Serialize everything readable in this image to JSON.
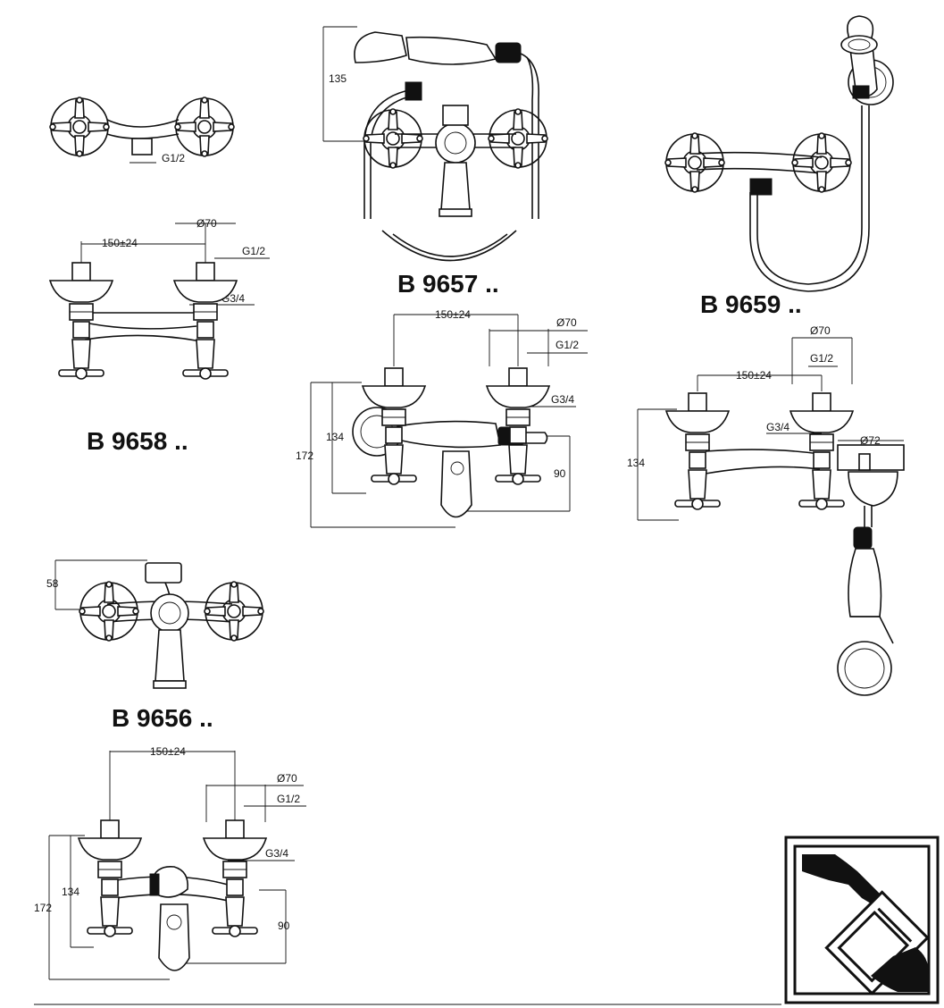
{
  "models": {
    "b9657": "B 9657 ..",
    "b9659": "B 9659 ..",
    "b9658": "B 9658 ..",
    "b9656": "B 9656 .."
  },
  "dims": {
    "g12": "G1/2",
    "g34": "G3/4",
    "spacing": "150±24",
    "d70": "Ø70",
    "d72": "Ø72",
    "h135": "135",
    "h134": "134",
    "h172": "172",
    "h90": "90",
    "h58": "58"
  },
  "icons": {
    "instruction": "hand-pointing-to-document-icon"
  },
  "colors": {
    "line": "#111111",
    "background": "#ffffff"
  }
}
